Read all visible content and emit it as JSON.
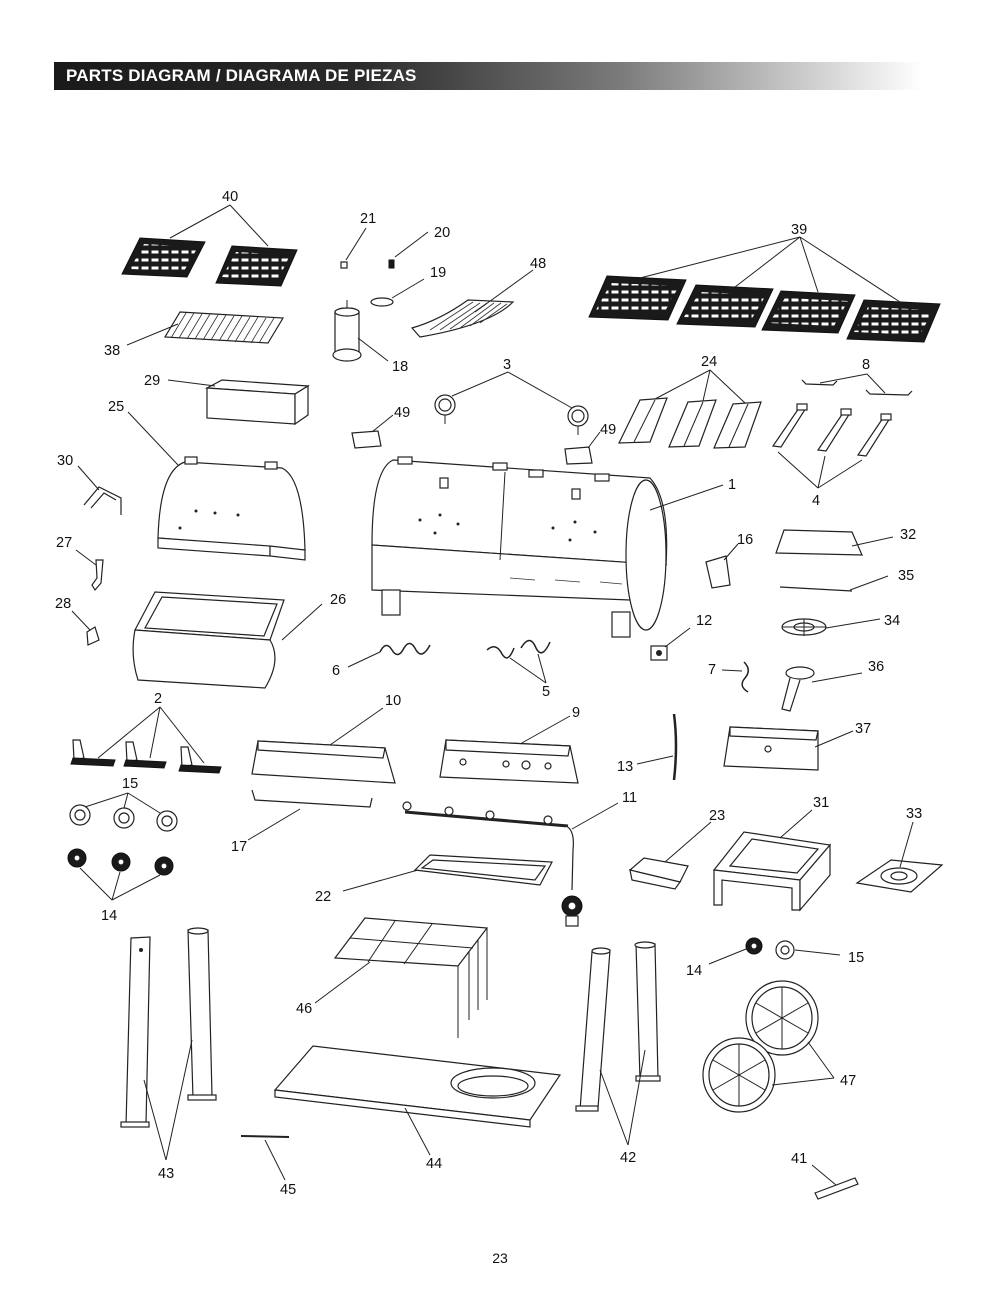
{
  "header": {
    "title": "PARTS DIAGRAM / DIAGRAMA DE PIEZAS"
  },
  "page_number": "23",
  "callouts": {
    "c1": "1",
    "c2": "2",
    "c3": "3",
    "c4": "4",
    "c5": "5",
    "c6": "6",
    "c7": "7",
    "c8": "8",
    "c9": "9",
    "c10": "10",
    "c11": "11",
    "c12": "12",
    "c13": "13",
    "c14a": "14",
    "c14b": "14",
    "c15a": "15",
    "c15b": "15",
    "c16": "16",
    "c17": "17",
    "c18": "18",
    "c19": "19",
    "c20": "20",
    "c21": "21",
    "c22": "22",
    "c23": "23",
    "c24": "24",
    "c25": "25",
    "c26": "26",
    "c27": "27",
    "c28": "28",
    "c29": "29",
    "c30": "30",
    "c31": "31",
    "c32": "32",
    "c33": "33",
    "c34": "34",
    "c35": "35",
    "c36": "36",
    "c37": "37",
    "c38": "38",
    "c39": "39",
    "c40": "40",
    "c41": "41",
    "c42": "42",
    "c43": "43",
    "c44": "44",
    "c45": "45",
    "c46": "46",
    "c47": "47",
    "c48": "48",
    "c49a": "49",
    "c49b": "49"
  }
}
